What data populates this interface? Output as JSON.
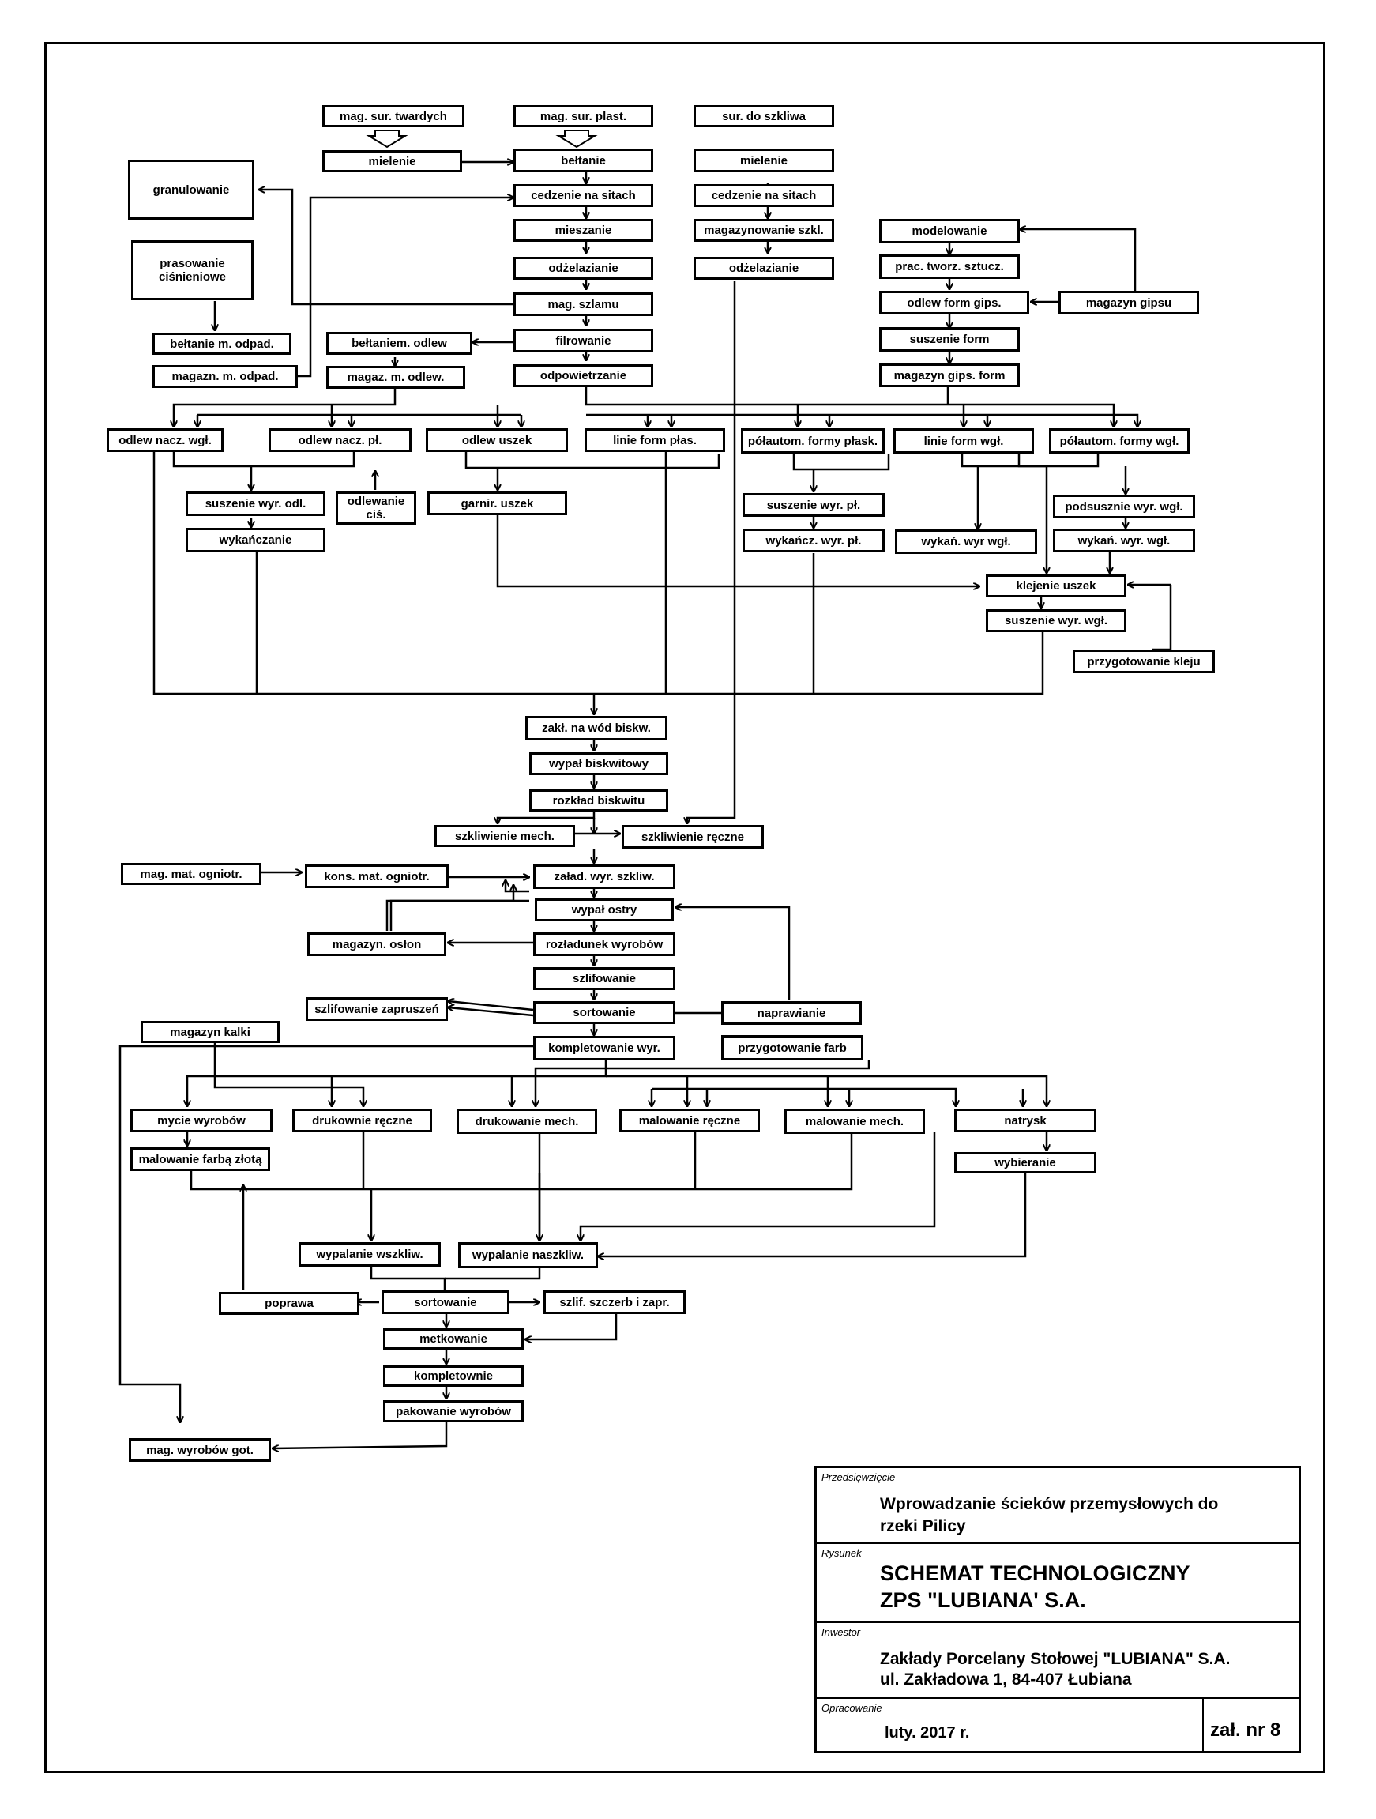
{
  "boxes": {
    "mag_sur_twardych": "mag. sur. twardych",
    "mag_sur_plast": "mag. sur. plast.",
    "sur_do_szkliwa": "sur. do szkliwa",
    "mielenie_1": "mielenie",
    "beltanie": "bełtanie",
    "mielenie_2": "mielenie",
    "granulowanie": "granulowanie",
    "cedzenie_1": "cedzenie na sitach",
    "cedzenie_2": "cedzenie na sitach",
    "mieszanie": "mieszanie",
    "magazynowanie_szkl": "magazynowanie szkl.",
    "prasowanie": "prasowanie\nciśnieniowe",
    "odzelazianie_1": "odżelazianie",
    "odzelazianie_2": "odżelazianie",
    "modelowanie": "modelowanie",
    "prac_tworz": "prac. tworz. sztucz.",
    "mag_szlamu": "mag. szlamu",
    "odlew_form_gips": "odlew form gips.",
    "magazyn_gipsu": "magazyn gipsu",
    "beltanie_m_odpad": "bełtanie m. odpad.",
    "beltaniem_odlew": "bełtaniem. odlew",
    "filrowanie": "filrowanie",
    "suszenie_form": "suszenie form",
    "magazn_m_odpad": "magazn. m. odpad.",
    "magaz_m_odlew": "magaz. m. odlew.",
    "odpowietrzanie": "odpowietrzanie",
    "magazyn_gips_form": "magazyn  gips.  form",
    "odlew_nacz_wgl": "odlew nacz. wgł.",
    "odlew_nacz_pl": "odlew nacz. pł.",
    "odlew_uszek": "odlew uszek",
    "linie_form_plas": "linie form płas.",
    "polautom_plask": "półautom. formy płask.",
    "linie_form_wgl": "linie form wgł.",
    "polautom_wgl": "półautom. formy wgł.",
    "suszenie_wyr_odl": "suszenie wyr. odl.",
    "odlewanie_cis": "odlewanie\nciś.",
    "garnir_uszek": "garnir. uszek",
    "suszenie_wyr_pl": "suszenie wyr. pł.",
    "podsusznie": "podsusznie wyr. wgł.",
    "wykanczanie": "wykańczanie",
    "wykancz_pl": "wykańcz. wyr. pł.",
    "wykan_wgl_1": "wykań. wyr wgł.",
    "wykan_wgl_2": "wykań. wyr. wgł.",
    "klejenie_uszek": "klejenie uszek",
    "suszenie_wyr_wgl": "suszenie wyr. wgł.",
    "przygotowanie_kleju": "przygotowanie kleju",
    "zakl_na_wod": "zakł. na wód biskw.",
    "wypal_biskwitowy": "wypał biskwitowy",
    "rozklad_biskwitu": "rozkład biskwitu",
    "szkliwienie_mech": "szkliwienie mech.",
    "szkliwienie_reczne": "szkliwienie ręczne",
    "mag_mat_ogniotr": "mag. mat. ogniotr.",
    "kons_mat_ogniotr": "kons. mat. ogniotr.",
    "zalad_wyr_szkliw": "załad. wyr. szkliw.",
    "wypal_ostry": "wypał ostry",
    "magazyn_oslon": "magazyn. osłon",
    "rozladunek": "rozładunek wyrobów",
    "szlifowanie": "szlifowanie",
    "szlifowanie_zapr": "szlifowanie zapruszeń",
    "sortowanie_1": "sortowanie",
    "naprawianie": "naprawianie",
    "magazyn_kalki": "magazyn kalki",
    "kompletowanie_wyr": "kompletowanie wyr.",
    "przygotowanie_farb": "przygotowanie farb",
    "mycie_wyrobow": "mycie wyrobów",
    "drukownie_reczne": "drukownie ręczne",
    "drukowanie_mech": "drukowanie mech.",
    "malowanie_reczne": "malowanie ręczne",
    "malowanie_mech": "malowanie mech.",
    "natrysk": "natrysk",
    "malowanie_farba": "malowanie farbą złotą",
    "wybieranie": "wybieranie",
    "wypalanie_wszkliw": "wypalanie wszkliw.",
    "wypalanie_naszkliw": "wypalanie naszkliw.",
    "poprawa": "poprawa",
    "sortowanie_2": "sortowanie",
    "szlif_szczerb": "szlif. szczerb i zapr.",
    "metkowanie": "metkowanie",
    "kompletownie": "kompletownie",
    "pakowanie": "pakowanie wyrobów",
    "mag_wyrobow_got": "mag. wyrobów got."
  },
  "titleblock": {
    "przedsiewziecie_caption": "Przedsięwzięcie",
    "przedsiewziecie_line1": "Wprowadzanie ścieków przemysłowych do",
    "przedsiewziecie_line2": "rzeki Pilicy",
    "rysunek_caption": "Rysunek",
    "rysunek_line1": "SCHEMAT TECHNOLOGICZNY",
    "rysunek_line2": "ZPS \"LUBIANA' S.A.",
    "inwestor_caption": "Inwestor",
    "inwestor_line1": "Zakłady Porcelany Stołowej \"LUBIANA\" S.A.",
    "inwestor_line2": "ul. Zakładowa 1, 84-407 Łubiana",
    "opracowanie_caption": "Opracowanie",
    "opracowanie_date": "luty. 2017 r.",
    "zal_nr": "zał. nr 8"
  }
}
